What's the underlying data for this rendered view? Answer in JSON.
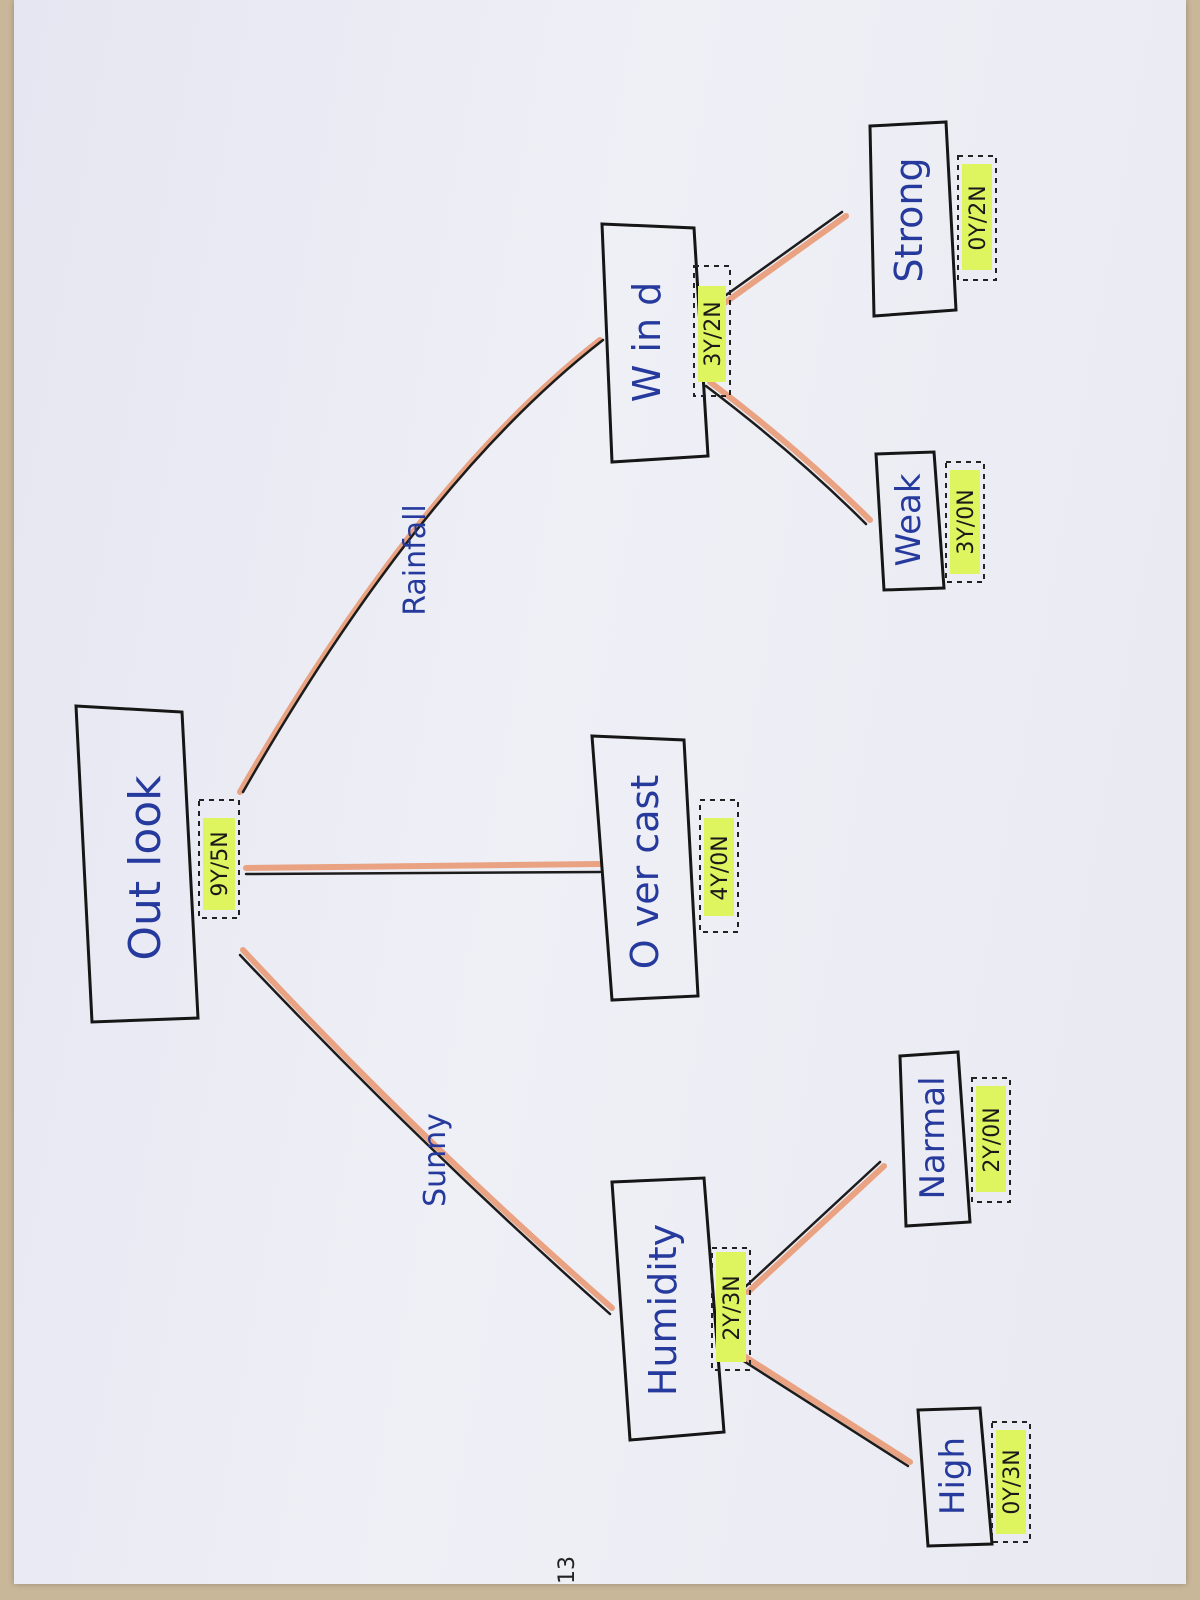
{
  "root": {
    "label": "Out look",
    "counts": "9Y/5N"
  },
  "branches": {
    "sunny": "Sunny",
    "overcast_label": "",
    "rainfall": "Rainfall"
  },
  "nodes": {
    "humidity": {
      "label": "Humidity",
      "counts": "2Y/3N"
    },
    "overcast": {
      "label": "O ver cast",
      "counts": "4Y/0N"
    },
    "wind": {
      "label": "W in d",
      "counts": "3Y/2N"
    }
  },
  "leaves": {
    "high": {
      "label": "High",
      "counts": "0Y/3N"
    },
    "normal": {
      "label": "Narmal",
      "counts": "2Y/0N"
    },
    "weak": {
      "label": "Weak",
      "counts": "3Y/0N"
    },
    "strong": {
      "label": "Strong",
      "counts": "0Y/2N"
    }
  },
  "page_number": "13",
  "colors": {
    "ink": "#253a9c",
    "highlighter": "#dff55f",
    "edge_highlight": "#e9a383"
  }
}
